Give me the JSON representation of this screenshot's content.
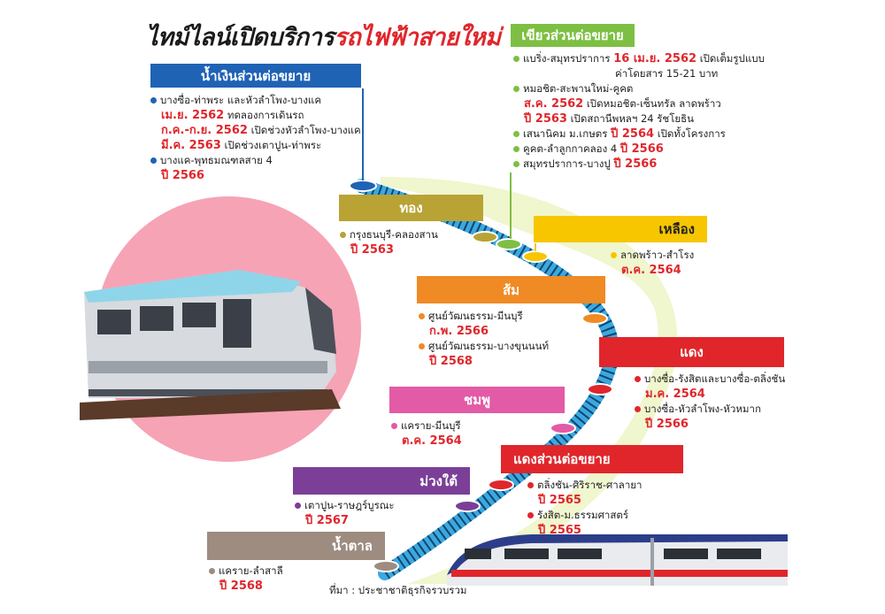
{
  "title": {
    "part1": "ไทม์ไลน์เปิดบริการ",
    "part2": "รถไฟฟ้าสายใหม่"
  },
  "colors": {
    "blue_ext": "#1f63b5",
    "green_ext": "#7dbf43",
    "gold": "#b9a335",
    "yellow": "#f7c600",
    "orange": "#f08a24",
    "red": "#e0262b",
    "pink": "#e35aa6",
    "purple": "#7b3f98",
    "brown": "#9e8c80",
    "date_red": "#e0262b"
  },
  "lines": {
    "blue": {
      "name": "น้ำเงินส่วนต่อขยาย",
      "items": [
        {
          "route": "บางซื่อ-ท่าพระ และหัวลำโพง-บางแค",
          "date": "เม.ย. 2562",
          "note": "ทดลองการเดินรถ"
        },
        {
          "date": "ก.ค.-ก.ย. 2562",
          "note": "เปิดช่วงหัวลำโพง-บางแค"
        },
        {
          "date": "มี.ค. 2563",
          "note": "เปิดช่วงเตาปูน-ท่าพระ"
        },
        {
          "route": "บางแค-พุทธมณฑลสาย 4",
          "date": "ปี 2566"
        }
      ]
    },
    "green": {
      "name": "เขียวส่วนต่อขยาย",
      "items": [
        {
          "route": "แบริ่ง-สมุทรปราการ",
          "date": "16 เม.ย. 2562",
          "note": "เปิดเต็มรูปแบบ",
          "note2": "ค่าโดยสาร 15-21 บาท"
        },
        {
          "route": "หมอชิต-สะพานใหม่-คูคต",
          "date": "ส.ค. 2562",
          "note": "เปิดหมอชิต-เซ็นทรัล ลาดพร้าว",
          "date2": "ปี 2563",
          "note3": "เปิดสถานีพหลฯ 24 รัชโยธิน"
        },
        {
          "route": "เสนานิคม ม.เกษตร",
          "date": "ปี 2564",
          "note": "เปิดทั้งโครงการ"
        },
        {
          "route": "คูคต-ลำลูกกาคลอง 4",
          "date": "ปี 2566"
        },
        {
          "route": "สมุทรปราการ-บางปู",
          "date": "ปี 2566"
        }
      ]
    },
    "gold": {
      "name": "ทอง",
      "route": "กรุงธนบุรี-คลองสาน",
      "date": "ปี 2563"
    },
    "yellow": {
      "name": "เหลือง",
      "route": "ลาดพร้าว-สำโรง",
      "date": "ต.ค. 2564"
    },
    "orange": {
      "name": "ส้ม",
      "r1": "ศูนย์วัฒนธรรม-มีนบุรี",
      "d1": "ก.พ. 2566",
      "r2": "ศูนย์วัฒนธรรม-บางขุนนนท์",
      "d2": "ปี 2568"
    },
    "red": {
      "name": "แดง",
      "r1": "บางซื่อ-รังสิตและบางซื่อ-ตลิ่งชัน",
      "d1": "ม.ค. 2564",
      "r2": "บางซื่อ-หัวลำโพง-หัวหมาก",
      "d2": "ปี 2566"
    },
    "pink": {
      "name": "ชมพู",
      "route": "แคราย-มีนบุรี",
      "date": "ต.ค. 2564"
    },
    "red_ext": {
      "name": "แดงส่วนต่อขยาย",
      "r1": "ตลิ่งชัน-ศิริราช-ศาลายา",
      "d1": "ปี 2565",
      "r2": "รังสิต-ม.ธรรมศาสตร์",
      "d2": "ปี 2565"
    },
    "purple": {
      "name": "ม่วงใต้",
      "route": "เตาปูน-ราษฎร์บูรณะ",
      "date": "ปี 2567"
    },
    "brown": {
      "name": "น้ำตาล",
      "route": "แคราย-ลำสาลี",
      "date": "ปี 2568"
    }
  },
  "source": "ที่มา : ประชาชาติธุรกิจรวบรวม"
}
